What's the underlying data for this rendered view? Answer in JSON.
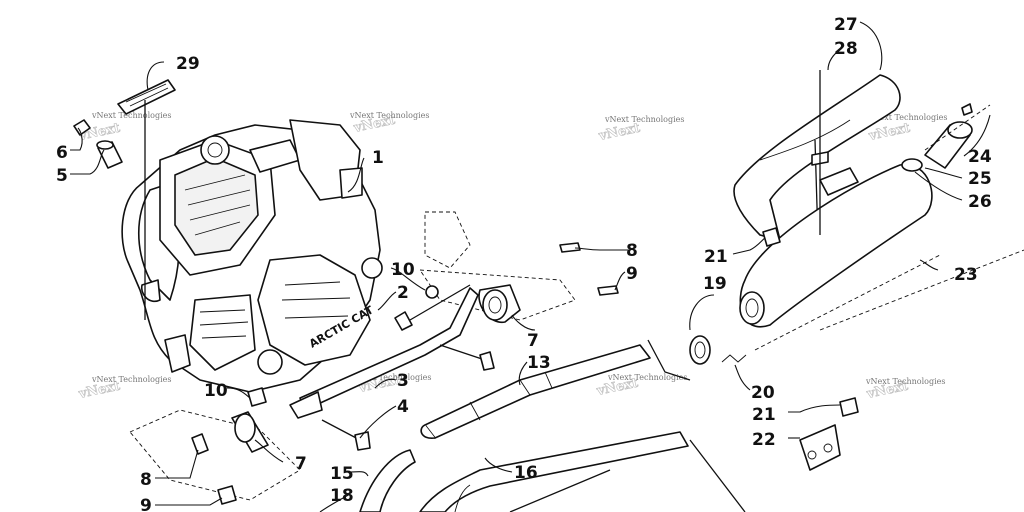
{
  "callouts": [
    {
      "id": "c1",
      "text": "1"
    },
    {
      "id": "c2",
      "text": "2"
    },
    {
      "id": "c3",
      "text": "3"
    },
    {
      "id": "c4",
      "text": "4"
    },
    {
      "id": "c5",
      "text": "5"
    },
    {
      "id": "c6",
      "text": "6"
    },
    {
      "id": "c7a",
      "text": "7"
    },
    {
      "id": "c7b",
      "text": "7"
    },
    {
      "id": "c8a",
      "text": "8"
    },
    {
      "id": "c8b",
      "text": "8"
    },
    {
      "id": "c9a",
      "text": "9"
    },
    {
      "id": "c9b",
      "text": "9"
    },
    {
      "id": "c10a",
      "text": "10"
    },
    {
      "id": "c10b",
      "text": "10"
    },
    {
      "id": "c13",
      "text": "13"
    },
    {
      "id": "c15",
      "text": "15"
    },
    {
      "id": "c16",
      "text": "16"
    },
    {
      "id": "c18",
      "text": "18"
    },
    {
      "id": "c19",
      "text": "19"
    },
    {
      "id": "c20",
      "text": "20"
    },
    {
      "id": "c21a",
      "text": "21"
    },
    {
      "id": "c21b",
      "text": "21"
    },
    {
      "id": "c22",
      "text": "22"
    },
    {
      "id": "c23",
      "text": "23"
    },
    {
      "id": "c24",
      "text": "24"
    },
    {
      "id": "c25",
      "text": "25"
    },
    {
      "id": "c26",
      "text": "26"
    },
    {
      "id": "c27",
      "text": "27"
    },
    {
      "id": "c28",
      "text": "28"
    },
    {
      "id": "c29",
      "text": "29"
    }
  ],
  "watermark": {
    "text": "vNext Technologies",
    "logo": "vNext"
  },
  "engine_label": "ARCTIC CAT"
}
